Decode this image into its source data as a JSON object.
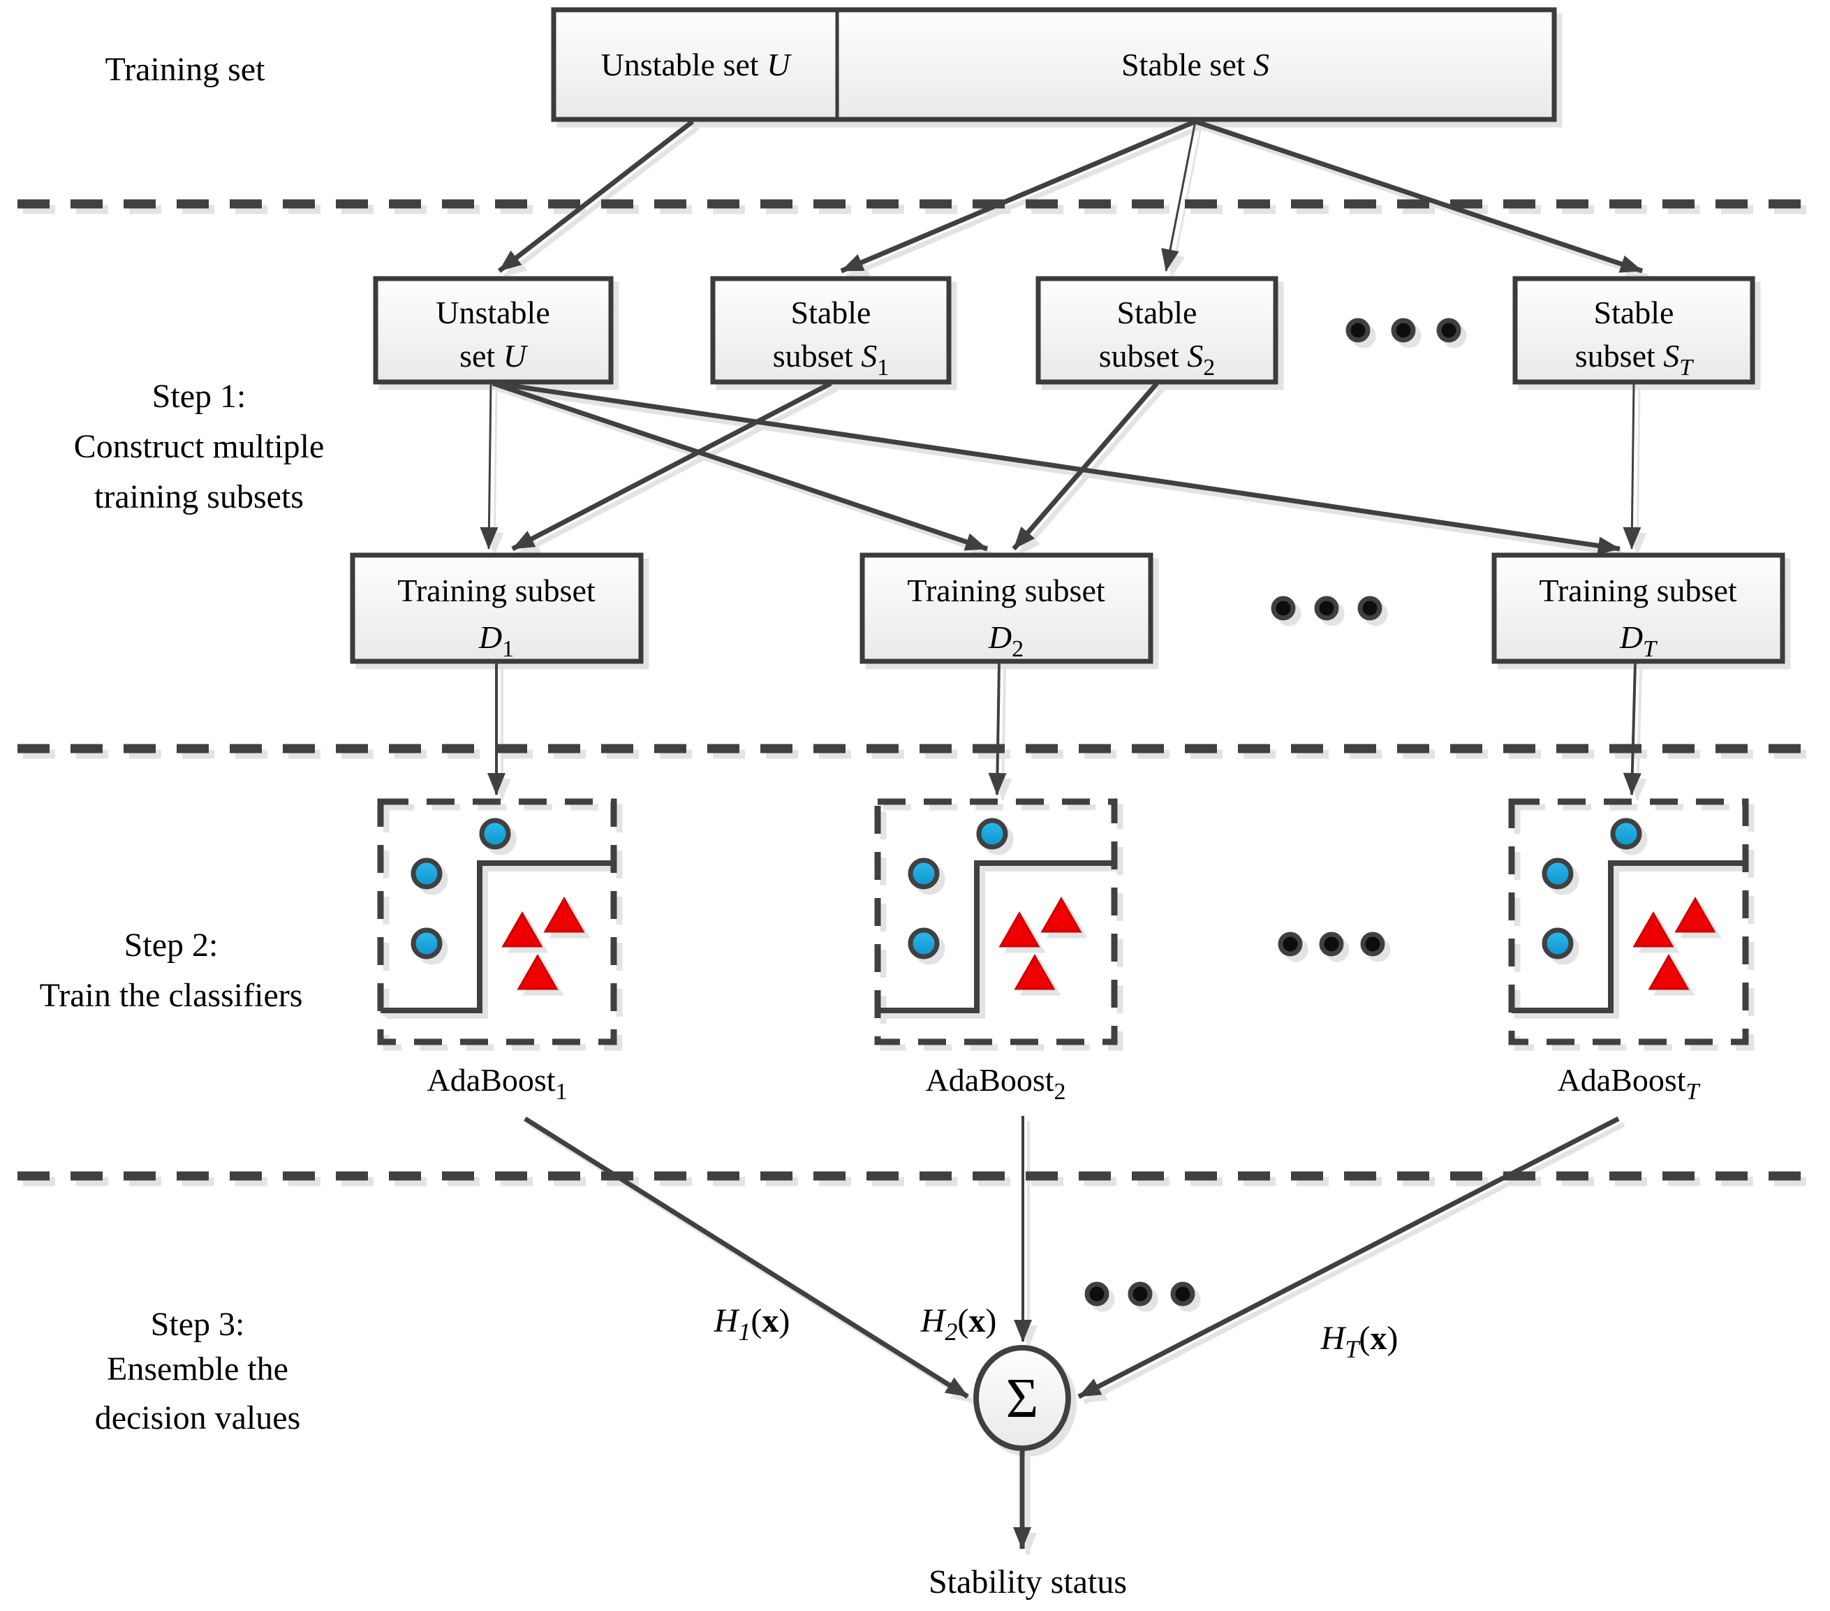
{
  "figure": {
    "training_set_label": "Training set",
    "top": {
      "unstable": {
        "text": "Unstable set ",
        "symbol": "U"
      },
      "stable": {
        "text": "Stable set ",
        "symbol": "S"
      }
    },
    "step1": {
      "label_lines": [
        "Step 1:",
        "Construct multiple",
        "training subsets"
      ],
      "boxes": {
        "unstable": {
          "line1": "Unstable",
          "line2": "set ",
          "symbol": "U",
          "sub": ""
        },
        "s1": {
          "line1": "Stable",
          "line2": "subset ",
          "symbol": "S",
          "sub": "1"
        },
        "s2": {
          "line1": "Stable",
          "line2": "subset ",
          "symbol": "S",
          "sub": "2"
        },
        "st": {
          "line1": "Stable",
          "line2": "subset ",
          "symbol": "S",
          "sub": "T"
        }
      }
    },
    "training_subsets": {
      "d1": {
        "line1": "Training subset",
        "symbol": "D",
        "sub": "1"
      },
      "d2": {
        "line1": "Training subset",
        "symbol": "D",
        "sub": "2"
      },
      "dt": {
        "line1": "Training subset",
        "symbol": "D",
        "sub": "T"
      }
    },
    "step2": {
      "label_lines": [
        "Step 2:",
        "Train the classifiers"
      ],
      "classifiers": {
        "c1": {
          "name": "AdaBoost",
          "sub": "1"
        },
        "c2": {
          "name": "AdaBoost",
          "sub": "2"
        },
        "ct": {
          "name": "AdaBoost",
          "sub": "T"
        }
      }
    },
    "step3": {
      "label_lines": [
        "Step 3:",
        "Ensemble the",
        "decision values"
      ],
      "h1": {
        "fn": "H",
        "sub": "1",
        "open": "(",
        "arg": "x",
        "close": ")"
      },
      "h2": {
        "fn": "H",
        "sub": "2",
        "open": "(",
        "arg": "x",
        "close": ")"
      },
      "ht": {
        "fn": "H",
        "sub": "T",
        "open": "(",
        "arg": "x",
        "close": ")"
      },
      "sum_symbol": "Σ",
      "output_label": "Stability status"
    },
    "icons": {
      "ellipsis": "three-dots-icon"
    },
    "colors": {
      "line": "#3f3f3f",
      "box_border": "#3a3a3a",
      "box_fill_top": "#fefefe",
      "box_fill_bottom": "#e9e9e9",
      "blue_marker": "#18a3dd",
      "red_marker": "#ee0000",
      "shadow": "#e3e3e3",
      "background": "#ffffff"
    }
  }
}
